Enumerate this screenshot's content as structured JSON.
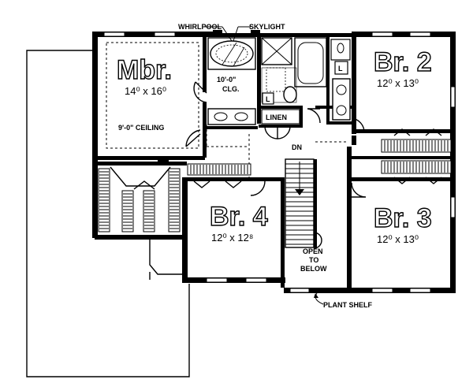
{
  "rooms": {
    "master": {
      "name": "Mbr.",
      "size": "14⁰ x 16⁰",
      "ceiling": "9'-0\" CEILING"
    },
    "bedroom2": {
      "name": "Br. 2",
      "size": "12⁰ x 13⁰"
    },
    "bedroom3": {
      "name": "Br. 3",
      "size": "12⁰ x 13⁰"
    },
    "bedroom4": {
      "name": "Br. 4",
      "size": "12⁰ x 12⁸"
    }
  },
  "labels": {
    "whirlpool": "WHIRLPOOL",
    "skylight": "SKYLIGHT",
    "bath_ceiling_1": "10'-0\"",
    "bath_ceiling_2": "CLG.",
    "linen": "LINEN",
    "down": "DN",
    "open_1": "OPEN",
    "open_2": "TO",
    "open_3": "BELOW",
    "plant_shelf": "PLANT SHELF",
    "laundry_1": "L",
    "laundry_2": "L",
    "laundry_3": "L"
  }
}
